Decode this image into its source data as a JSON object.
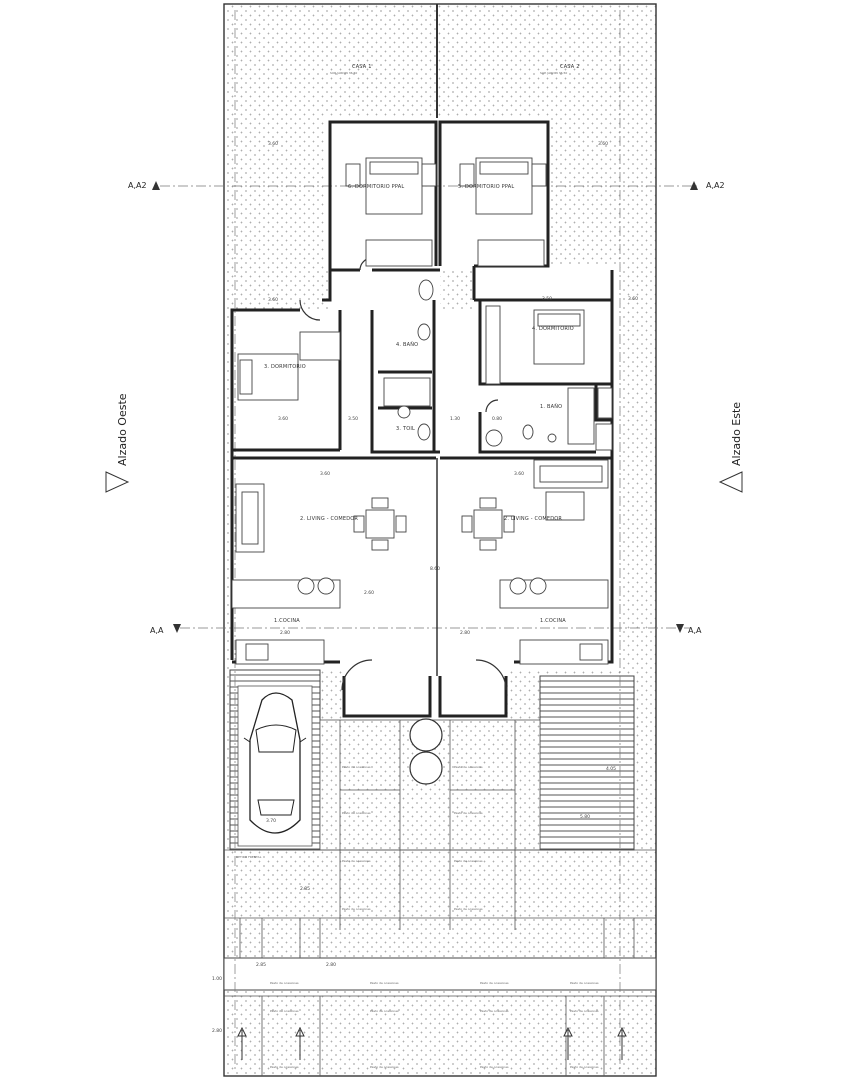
{
  "title_sheet": {
    "background": "#ffffff",
    "ink": "#222222"
  },
  "elevations": {
    "west": "Alzado Oeste",
    "east": "Alzado Este"
  },
  "sections": {
    "aa2_left": "A,A2",
    "aa2_right": "A,A2",
    "aa_left": "A,A",
    "aa_right": "A,A"
  },
  "rooms": {
    "patio_left": "CASA 1",
    "patio_left_sub": "SUP. JARDIN 36,50",
    "patio_right": "CASA 2",
    "patio_right_sub": "SUP. JARDIN 36,50",
    "bed_master_left": "6. DORMITORIO PPAL",
    "bed_master_right": "5. DORMITORIO PPAL",
    "bed_left": "3. DORMITORIO",
    "bed_right": "4. DORMITORIO",
    "bath_left": "4. BAÑO",
    "toilet_left": "3. TOIL",
    "bath_right": "1. BAÑO",
    "living_left": "2. LIVING - COMEDOR",
    "living_right": "2. LIVING - COMEDOR",
    "kitchen_left": "1.COCINA",
    "kitchen_right": "1.COCINA",
    "setback": "RETIRO FRENTAL",
    "paver": "Pasto de ocasiones"
  },
  "dimensions": {
    "d1": "3.60",
    "d2": "3.60",
    "d3": "3.60",
    "d4": "3.50",
    "d5": "3.60",
    "d6": "3.50",
    "d7": "3.60",
    "d8": "1.30",
    "d9": "0.80",
    "d10": "3.60",
    "d11": "3.60",
    "d12": "2.80",
    "d13": "2.80",
    "d14": "3.70",
    "d15": "5.80",
    "d16": "2.85",
    "d17": "2.80",
    "d18": "2.60",
    "d19": "1.00",
    "d20": "2.80",
    "d21": "2.85",
    "d22": "4.05",
    "d23": "8.60"
  }
}
